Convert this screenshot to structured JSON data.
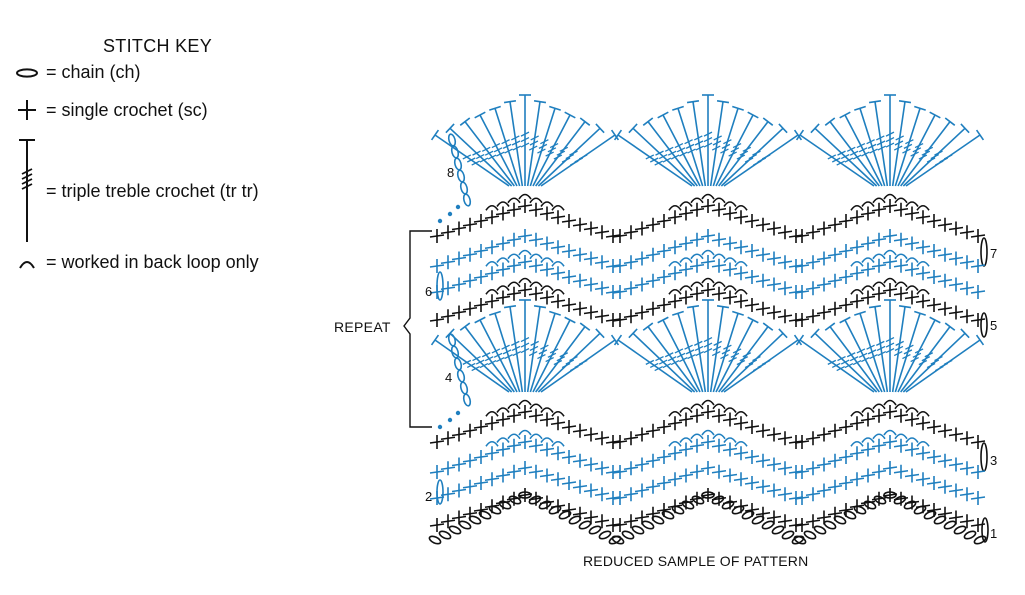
{
  "key": {
    "title": "STITCH KEY",
    "items": [
      {
        "symbol": "chain-icon",
        "label": "= chain (ch)"
      },
      {
        "symbol": "single-crochet-icon",
        "label": "= single crochet (sc)"
      },
      {
        "symbol": "triple-treble-crochet-icon",
        "label": "= triple treble crochet (tr tr)"
      },
      {
        "symbol": "back-loop-icon",
        "label": "= worked in back loop only"
      }
    ]
  },
  "repeat_label": "REPEAT",
  "caption": "REDUCED SAMPLE OF PATTERN",
  "row_labels": {
    "left": [
      "8",
      "6",
      "4",
      "2"
    ],
    "right": [
      "7",
      "5",
      "3",
      "1"
    ]
  },
  "colors": {
    "black": "#111111",
    "blue": "#1f7fbf"
  }
}
